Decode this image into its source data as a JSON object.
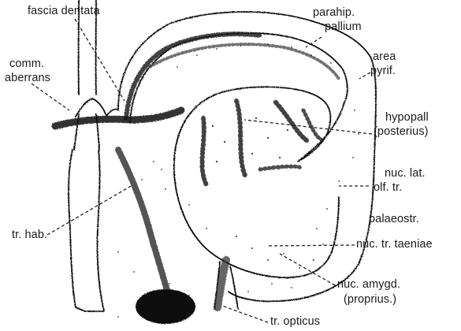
{
  "labels": {
    "fascia_dentata": "fascia dentata",
    "parahip_pallium": [
      "parahip.",
      "pallium"
    ],
    "area_pyrif": [
      "area",
      "pyrif."
    ],
    "comm_aberrans": [
      "comm.",
      "aberrans"
    ],
    "hypopall_posterius": [
      "hypopall",
      "(posterius)"
    ],
    "nuc_lat_olf_tr": [
      "nuc. lat.",
      "olf. tr."
    ],
    "palaeostr": "palaeostr.",
    "nuc_tr_taeniae": "nuc. tr. taeniae",
    "tr_hab": "tr. hab.",
    "nuc_amygd_proprius": [
      "nuc. amygd.",
      "(proprius.)"
    ],
    "tr_opticus": "tr. opticus"
  }
}
